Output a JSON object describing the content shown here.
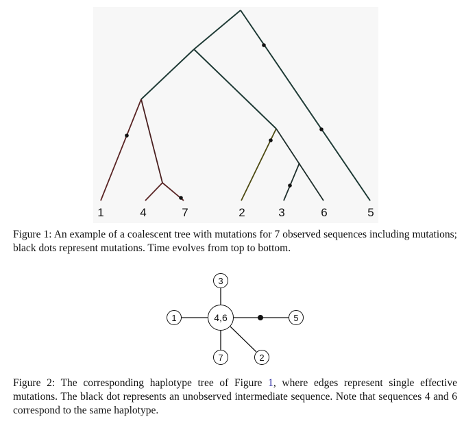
{
  "figure1": {
    "leaves": [
      "1",
      "4",
      "7",
      "2",
      "3",
      "6",
      "5"
    ],
    "caption_label": "Figure 1:",
    "caption_text": "An example of a coalescent tree with mutations for 7 observed sequences including mutations; black dots represent mutations. Time evolves from top to bottom."
  },
  "figure2": {
    "nodes": {
      "n3": "3",
      "n1": "1",
      "n46": "4,6",
      "n5": "5",
      "n7": "7",
      "n2": "2"
    },
    "caption_label": "Figure 2:",
    "caption_pre": "The corresponding haplotype tree of Figure",
    "caption_ref": "1",
    "caption_post": ", where edges represent single effective mutations. The black dot represents an unobserved intermediate sequence. Note that sequences 4 and 6 correspond to the same haplotype."
  }
}
